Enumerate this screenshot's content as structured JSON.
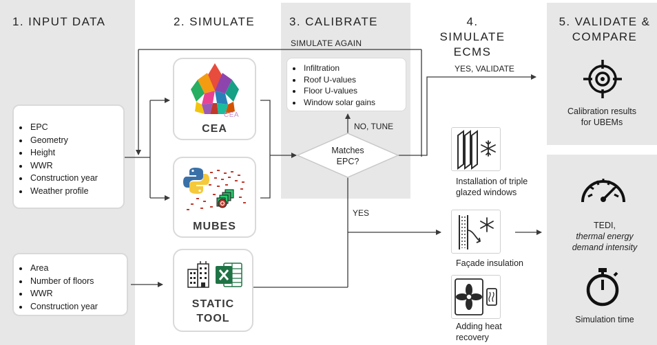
{
  "headers": {
    "h1": "1. INPUT DATA",
    "h2": "2. SIMULATE",
    "h3": "3. CALIBRATE",
    "h4_line1": "4. SIMULATE",
    "h4_line2": "ECMS",
    "h5_line1": "5. VALIDATE &",
    "h5_line2": "COMPARE"
  },
  "input_box_1": [
    "EPC",
    "Geometry",
    "Height",
    "WWR",
    "Construction year",
    "Weather profile"
  ],
  "input_box_2": [
    "Area",
    "Number of floors",
    "WWR",
    "Construction year"
  ],
  "tools": {
    "cea_label": "CEA",
    "cea_logo_text": "CEA",
    "mubes_label": "MUBES",
    "static_line1": "STATIC",
    "static_line2": "TOOL"
  },
  "calibrate": {
    "simulate_again": "SIMULATE AGAIN",
    "params": [
      "Infiltration",
      "Roof U-values",
      "Floor  U-values",
      "Window solar gains"
    ],
    "no_tune": "NO, TUNE",
    "decision_line1": "Matches",
    "decision_line2": "EPC?",
    "yes": "YES",
    "yes_validate": "YES, VALIDATE"
  },
  "ecms": {
    "ecm1_line1": "Installation of triple",
    "ecm1_line2": "glazed windows",
    "ecm2": "Façade insulation",
    "ecm3_line1": "Adding  heat",
    "ecm3_line2": "recovery"
  },
  "validate": {
    "calib_line1": "Calibration results",
    "calib_line2": "for UBEMs",
    "tedi": "TEDI,",
    "tedi_desc_line1": "thermal energy",
    "tedi_desc_line2": "demand intensity",
    "sim_time": "Simulation time"
  },
  "colors": {
    "panel": "#e7e7e7",
    "line": "#3a3a3a",
    "excel_green": "#1f7244",
    "python_blue": "#3a70a8",
    "python_yellow": "#f5c93c",
    "mubes_red": "#c0392b"
  }
}
